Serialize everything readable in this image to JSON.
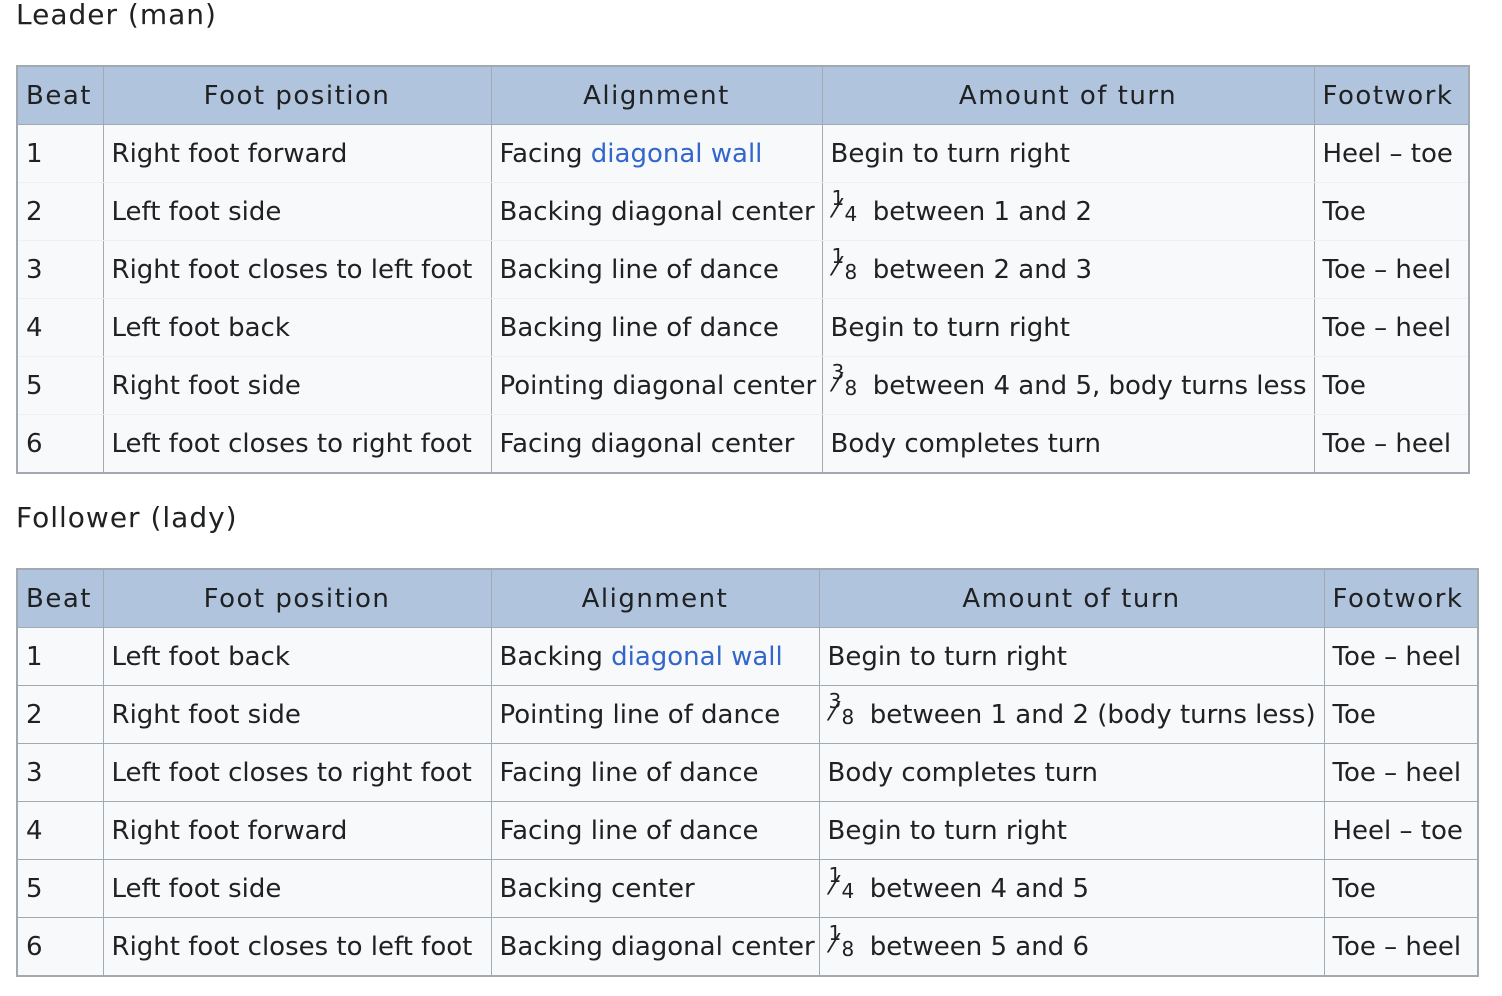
{
  "leader": {
    "title": "Leader (man)",
    "headers": [
      "Beat",
      "Foot position",
      "Alignment",
      "Amount of turn",
      "Footwork"
    ],
    "rows": [
      {
        "beat": "1",
        "foot": "Right foot forward",
        "align_pre": "Facing ",
        "align_link": "diagonal wall",
        "turn_num": "",
        "turn_den": "",
        "turn_text": "Begin to turn right",
        "footwork": "Heel – toe"
      },
      {
        "beat": "2",
        "foot": "Left foot side",
        "align_pre": "Backing diagonal center",
        "align_link": "",
        "turn_num": "1",
        "turn_den": "4",
        "turn_text": " between 1 and 2",
        "footwork": "Toe"
      },
      {
        "beat": "3",
        "foot": "Right foot closes to left foot",
        "align_pre": "Backing line of dance",
        "align_link": "",
        "turn_num": "1",
        "turn_den": "8",
        "turn_text": " between 2 and 3",
        "footwork": "Toe – heel"
      },
      {
        "beat": "4",
        "foot": "Left foot back",
        "align_pre": "Backing line of dance",
        "align_link": "",
        "turn_num": "",
        "turn_den": "",
        "turn_text": "Begin to turn right",
        "footwork": "Toe – heel"
      },
      {
        "beat": "5",
        "foot": "Right foot side",
        "align_pre": "Pointing diagonal center",
        "align_link": "",
        "turn_num": "3",
        "turn_den": "8",
        "turn_text": " between 4 and 5, body turns less",
        "footwork": "Toe"
      },
      {
        "beat": "6",
        "foot": "Left foot closes to right foot",
        "align_pre": "Facing diagonal center",
        "align_link": "",
        "turn_num": "",
        "turn_den": "",
        "turn_text": "Body completes turn",
        "footwork": "Toe – heel"
      }
    ]
  },
  "follower": {
    "title": "Follower (lady)",
    "headers": [
      "Beat",
      "Foot position",
      "Alignment",
      "Amount of turn",
      "Footwork"
    ],
    "rows": [
      {
        "beat": "1",
        "foot": "Left foot back",
        "align_pre": "Backing ",
        "align_link": "diagonal wall",
        "turn_num": "",
        "turn_den": "",
        "turn_text": "Begin to turn right",
        "footwork": "Toe – heel"
      },
      {
        "beat": "2",
        "foot": "Right foot side",
        "align_pre": "Pointing line of dance",
        "align_link": "",
        "turn_num": "3",
        "turn_den": "8",
        "turn_text": " between 1 and 2 (body turns less)",
        "footwork": "Toe"
      },
      {
        "beat": "3",
        "foot": "Left foot closes to right foot",
        "align_pre": "Facing line of dance",
        "align_link": "",
        "turn_num": "",
        "turn_den": "",
        "turn_text": "Body completes turn",
        "footwork": "Toe – heel"
      },
      {
        "beat": "4",
        "foot": "Right foot forward",
        "align_pre": "Facing line of dance",
        "align_link": "",
        "turn_num": "",
        "turn_den": "",
        "turn_text": "Begin to turn right",
        "footwork": "Heel – toe"
      },
      {
        "beat": "5",
        "foot": "Left foot side",
        "align_pre": "Backing center",
        "align_link": "",
        "turn_num": "1",
        "turn_den": "4",
        "turn_text": " between 4 and 5",
        "footwork": "Toe"
      },
      {
        "beat": "6",
        "foot": "Right foot closes to left foot",
        "align_pre": "Backing diagonal center",
        "align_link": "",
        "turn_num": "1",
        "turn_den": "8",
        "turn_text": " between 5 and 6",
        "footwork": "Toe – heel"
      }
    ]
  },
  "colors": {
    "header_bg": "#b0c4de",
    "cell_bg": "#f8f9fa",
    "border": "#a2a9b1",
    "link": "#3366cc",
    "text": "#202122"
  }
}
